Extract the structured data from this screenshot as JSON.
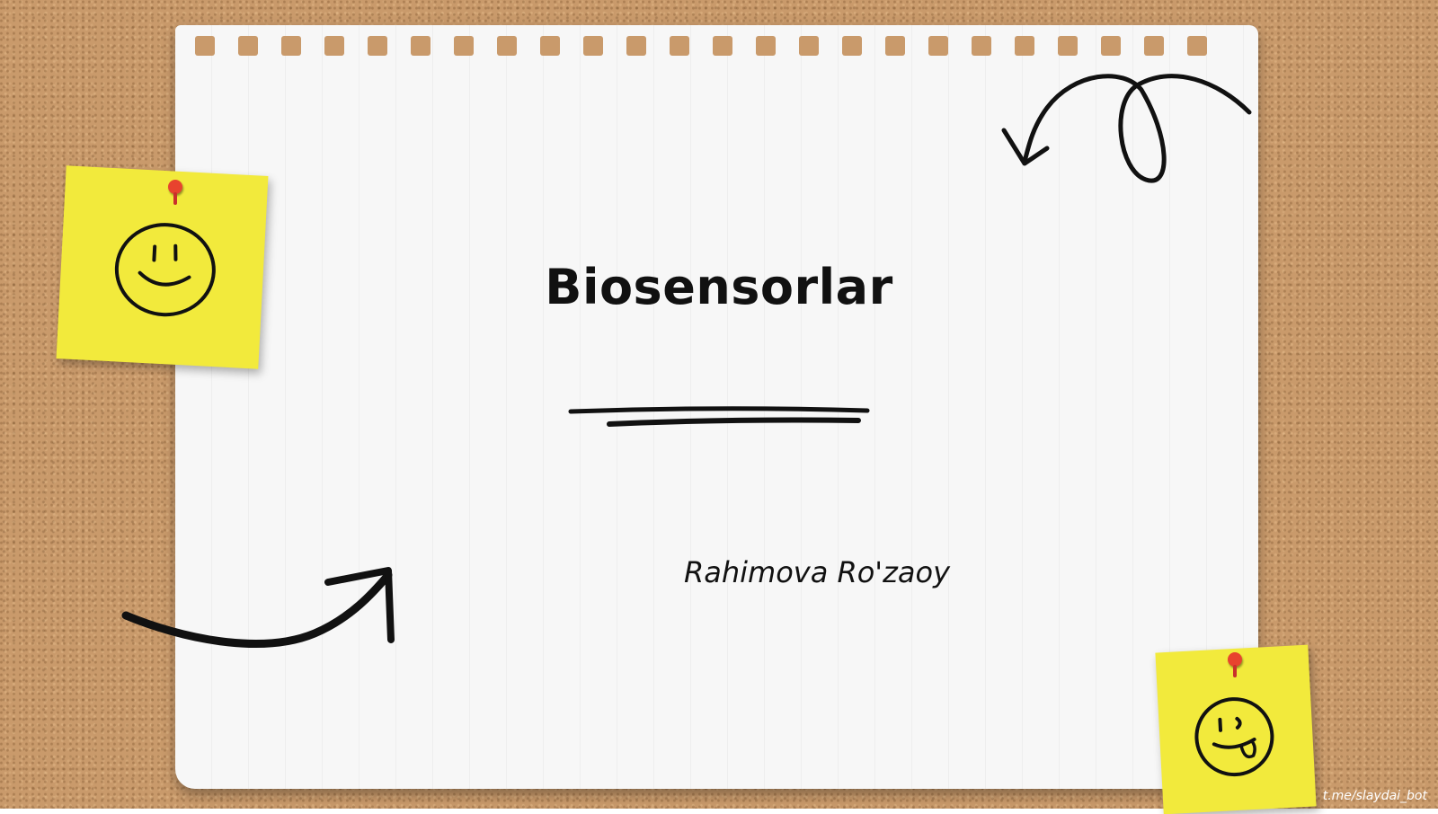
{
  "slide": {
    "title": "Biosensorlar",
    "author": "Rahimova Ro'zaoy"
  },
  "footer": {
    "credit": "t.me/slaydai_bot"
  },
  "colors": {
    "cork": "#c99a6b",
    "paper": "#f7f7f7",
    "sticky_note": "#f2ea3c",
    "pin": "#e8432e",
    "ink": "#111111"
  },
  "icons": [
    "smiley-face-icon",
    "tongue-out-smiley-icon",
    "curly-arrow-icon",
    "curved-arrow-icon",
    "push-pin-icon"
  ]
}
